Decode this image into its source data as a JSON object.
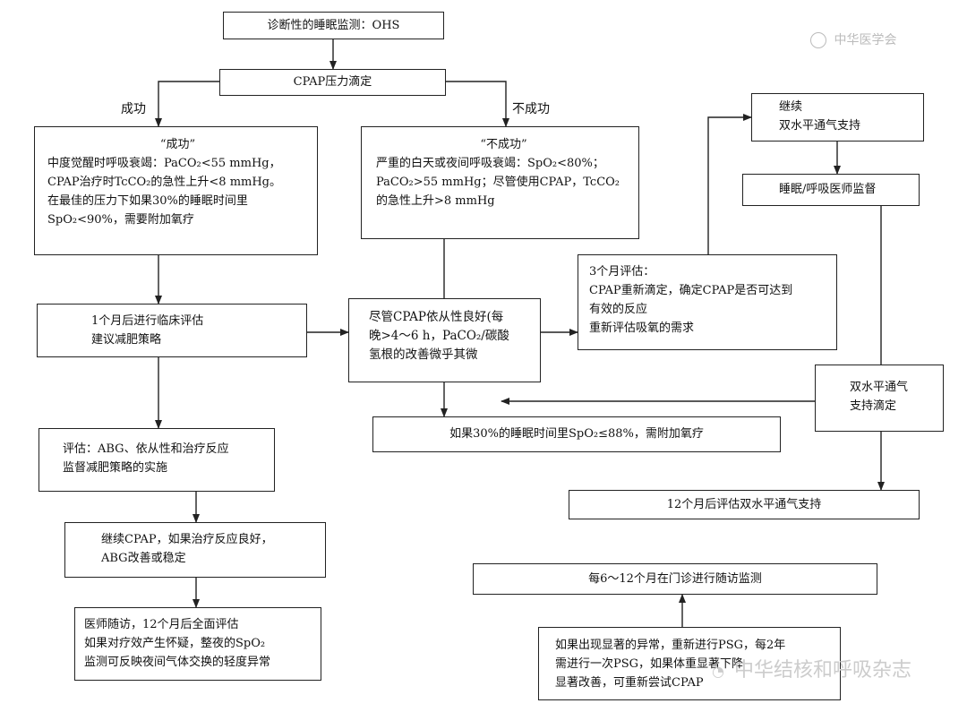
{
  "box_ohs": "诊断性的睡眠监测：OHS",
  "box_cpap_titration": "CPAP压力滴定",
  "label_success": "成功",
  "label_fail": "不成功",
  "success_box": [
    "“成功”",
    "中度觉醒时呼吸衰竭：PaCO₂<55 mmHg，",
    "CPAP治疗时TcCO₂的急性上升<8 mmHg。",
    "在最佳的压力下如果30%的睡眠时间里",
    "SpO₂<90%，需要附加氧疗"
  ],
  "fail_box": [
    "“不成功”",
    "严重的白天或夜间呼吸衰竭：SpO₂<80%；",
    "PaCO₂>55 mmHg；尽管使用CPAP，TcCO₂",
    "的急性上升>8 mmHg"
  ],
  "box_1month": [
    "1个月后进行临床评估",
    "建议减肥策略"
  ],
  "box_compliance": [
    "尽管CPAP依从性良好(每",
    "晚>4～6 h，PaCO₂/碳酸",
    "氢根的改善微乎其微"
  ],
  "box_3month": [
    "3个月评估：",
    "CPAP重新滴定，确定CPAP是否可达到",
    "有效的反应",
    "重新评估吸氧的需求"
  ],
  "box_continue_bipap": [
    "继续",
    "双水平通气支持"
  ],
  "box_supervise": "睡眠/呼吸医师监督",
  "box_bipap_titration": [
    "双水平通气",
    "支持滴定"
  ],
  "box_oxygen": "如果30%的睡眠时间里SpO₂≤88%，需附加氧疗",
  "box_12month_bipap": "12个月后评估双水平通气支持",
  "box_evaluate": [
    "评估：ABG、依从性和治疗反应",
    "监督减肥策略的实施"
  ],
  "box_continue_cpap": [
    "继续CPAP，如果治疗反应良好，",
    "ABG改善或稳定"
  ],
  "box_followup": [
    "医师随访，12个月后全面评估",
    "如果对疗效产生怀疑，整夜的SpO₂",
    "监测可反映夜间气体交换的轻度异常"
  ],
  "box_outpatient": "每6～12个月在门诊进行随访监测",
  "box_psg": [
    "如果出现显著的异常，重新进行PSG，每2年",
    "需进行一次PSG，如果体重显著下降",
    "显著改善，可重新尝试CPAP"
  ],
  "watermark_logo": "中华医学会",
  "watermark_name": "中华结核和呼吸杂志"
}
